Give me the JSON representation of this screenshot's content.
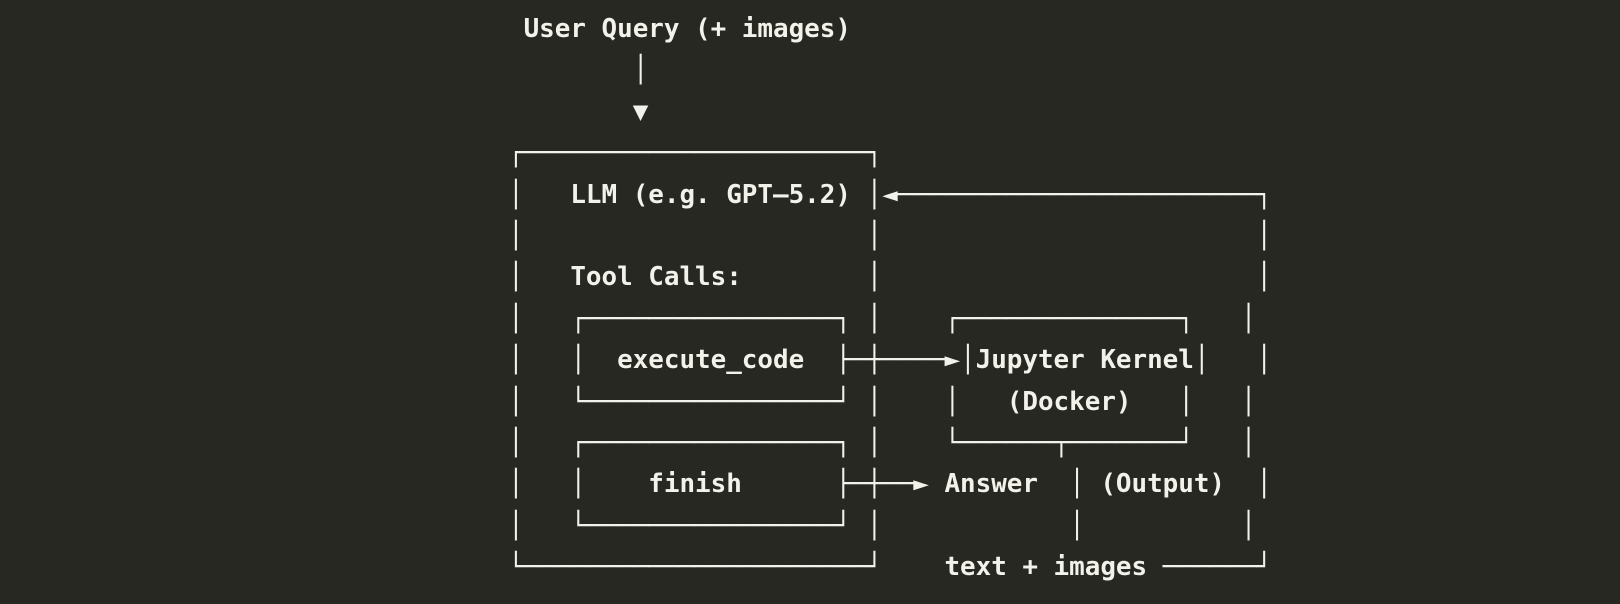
{
  "colors": {
    "background": "#262821",
    "foreground": "#f2f1ea"
  },
  "diagram": {
    "nodes": {
      "user_query": "User Query (+ images)",
      "llm": "LLM (e.g. GPT—5.2)",
      "tool_calls_heading": "Tool Calls:",
      "execute_code_tool": "execute_code",
      "finish_tool": "finish",
      "jupyter_kernel": "Jupyter Kernel",
      "jupyter_kernel_sub": "(Docker)",
      "answer": "Answer",
      "answer_sub": "(Output)",
      "feedback_edge_label": "text + images"
    },
    "rows": [
      " User Query (+ images)",
      "        │",
      "        ▼",
      "┌──────────────────────┐",
      "│   LLM (e.g. GPT—5.2) │◄───────────────────────┐",
      "│                      │                        │",
      "│   Tool Calls:        │                        │",
      "│   ┌────────────────┐ │    ┌──────────────┐   │",
      "│   │  execute_code  ├─┼────►│Jupyter Kernel│   │",
      "│   └────────────────┘ │    │   (Docker)   │   │",
      "│   ┌────────────────┐ │    └──────┬───────┘   │",
      "│   │    finish      ├─┼──► Answer  │ (Output)  │",
      "│   └────────────────┘ │            │          │",
      "└──────────────────────┘    text + images ──────┘"
    ]
  }
}
